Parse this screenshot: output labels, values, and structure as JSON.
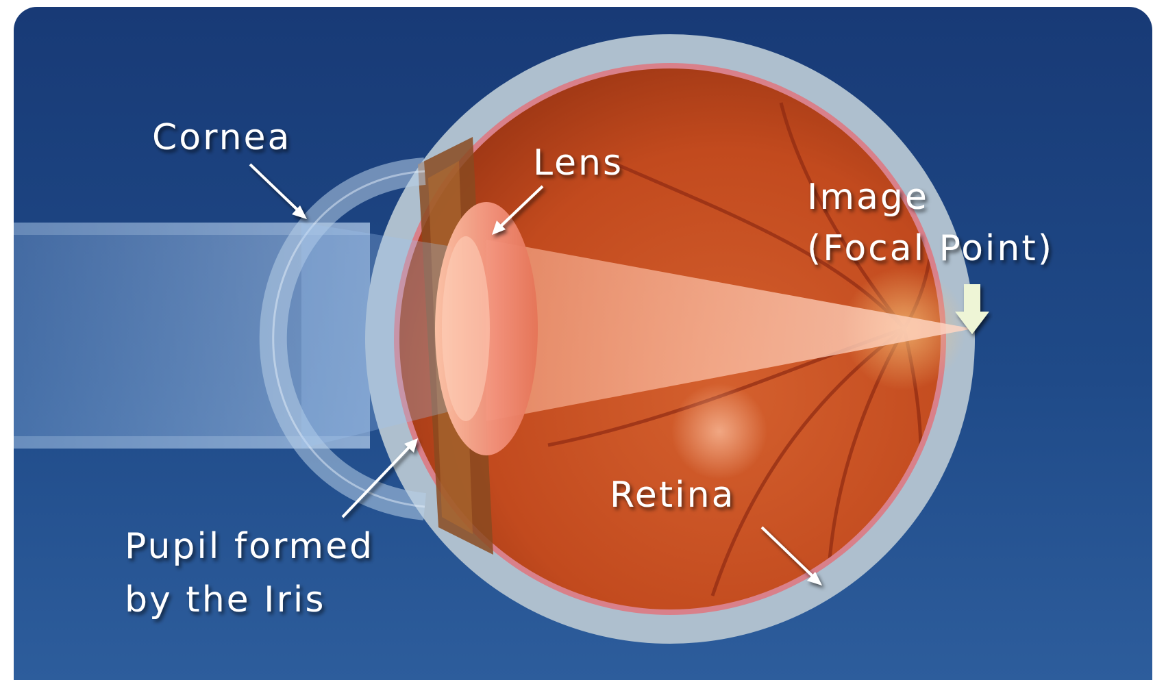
{
  "labels": {
    "cornea": "Cornea",
    "lens": "Lens",
    "image_line1": "Image",
    "image_line2": "(Focal Point)",
    "retina": "Retina",
    "pupil_line1": "Pupil formed",
    "pupil_line2": "by the Iris"
  },
  "colors": {
    "background_top": "#1a3e7a",
    "background_bottom": "#2a5a98",
    "sclera": "#aebfce",
    "eye_interior": "#c2481e",
    "lens": "#f08a6a",
    "light_beam": "#8fb6e6",
    "text": "#ffffff"
  }
}
